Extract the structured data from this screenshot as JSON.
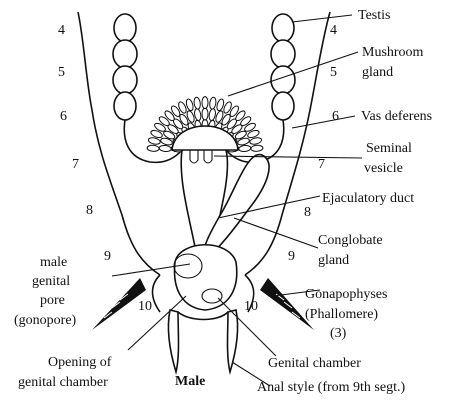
{
  "labels": {
    "testis": "Testis",
    "mushroom_gland_1": "Mushroom",
    "mushroom_gland_2": "gland",
    "vas_deferens": "Vas deferens",
    "seminal_vesicle_1": "Seminal",
    "seminal_vesicle_2": "vesicle",
    "ejaculatory_duct": "Ejaculatory duct",
    "conglobate_gland_1": "Conglobate",
    "conglobate_gland_2": "gland",
    "gonapophyses_1": "Gonapophyses",
    "gonapophyses_2": "(Phallomere)",
    "gonapophyses_3": "(3)",
    "genital_chamber": "Genital chamber",
    "anal_style": "Anal style (from 9th segt.)",
    "male_pore_1": "male",
    "male_pore_2": "genital",
    "male_pore_3": "pore",
    "male_pore_4": "(gonopore)",
    "opening_1": "Opening of",
    "opening_2": "genital chamber",
    "caption": "Male"
  },
  "segments_left": [
    "4",
    "5",
    "6",
    "7",
    "8",
    "9",
    "10"
  ],
  "segments_right": [
    "4",
    "5",
    "6",
    "7",
    "8",
    "9",
    "10"
  ]
}
